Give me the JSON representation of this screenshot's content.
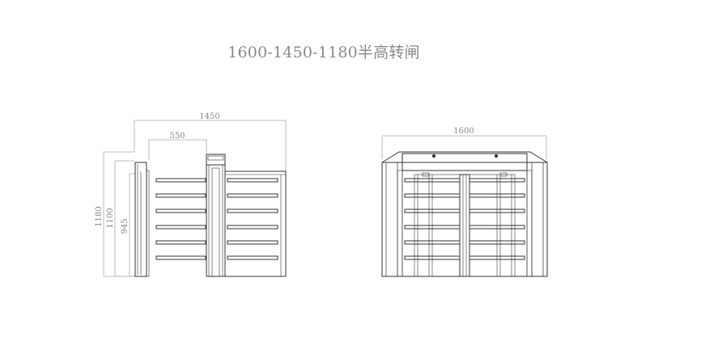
{
  "title": "1600-1450-1180半高转闸",
  "dimensions": {
    "side_total_width": "1450",
    "side_arm_width": "550",
    "height_total": "1180",
    "height_mid": "1100",
    "height_low": "945",
    "front_width": "1600"
  },
  "colors": {
    "line": "#333333",
    "dimension": "#999999",
    "text": "#888888"
  }
}
